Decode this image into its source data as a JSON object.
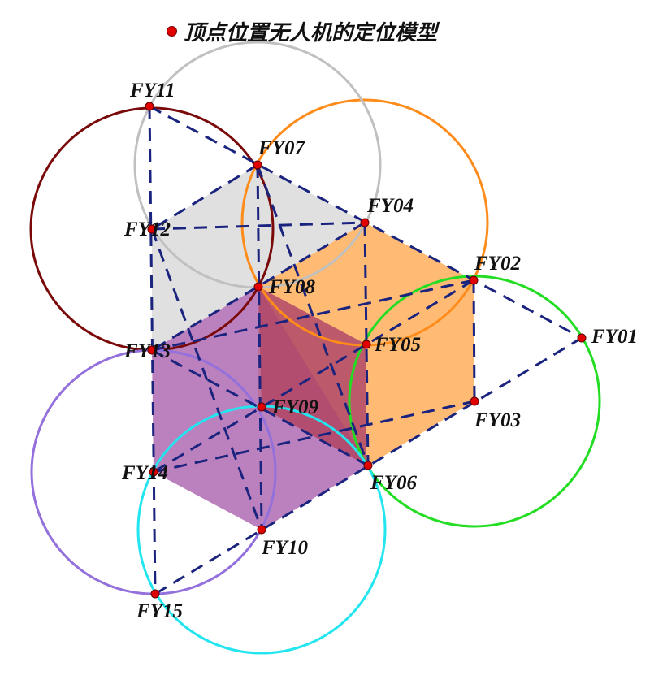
{
  "title": "顶点位置无人机的定位模型",
  "colors": {
    "dash_line": "#1a237e",
    "point_fill": "#e00000",
    "gray_fill": "#cfcfcf",
    "orange_fill": "#ffae5c",
    "purple_fill": "#a455a8",
    "red_fill": "#b04868"
  },
  "nodes": [
    {
      "id": "FY01",
      "label": "FY01"
    },
    {
      "id": "FY02",
      "label": "FY02"
    },
    {
      "id": "FY03",
      "label": "FY03"
    },
    {
      "id": "FY04",
      "label": "FY04"
    },
    {
      "id": "FY05",
      "label": "FY05"
    },
    {
      "id": "FY06",
      "label": "FY06"
    },
    {
      "id": "FY07",
      "label": "FY07"
    },
    {
      "id": "FY08",
      "label": "FY08"
    },
    {
      "id": "FY09",
      "label": "FY09"
    },
    {
      "id": "FY10",
      "label": "FY10"
    },
    {
      "id": "FY11",
      "label": "FY11"
    },
    {
      "id": "FY12",
      "label": "FY12"
    },
    {
      "id": "FY13",
      "label": "FY13"
    },
    {
      "id": "FY14",
      "label": "FY14"
    },
    {
      "id": "FY15",
      "label": "FY15"
    }
  ],
  "circles": [
    {
      "id": "orange",
      "center_node": "FY04",
      "color": "#ff8c1a"
    },
    {
      "id": "green",
      "center_node": "FY03",
      "color": "#22dd22"
    },
    {
      "id": "gray",
      "center_node": "FY07",
      "color": "#c0c0c0"
    },
    {
      "id": "darkred",
      "center_node": "FY12",
      "color": "#7a0a0a"
    },
    {
      "id": "purple",
      "center_node": "FY14",
      "color": "#9370db"
    },
    {
      "id": "cyan",
      "center_node": "FY10",
      "color": "#22e5f0"
    }
  ]
}
